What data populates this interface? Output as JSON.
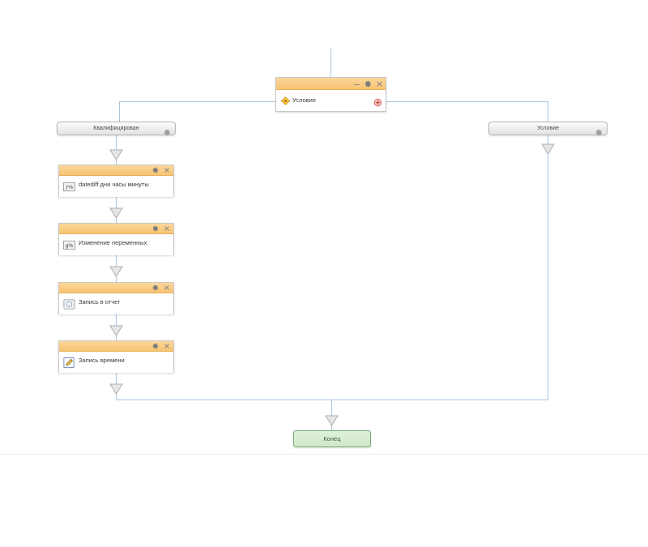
{
  "canvas": {
    "background": "#ffffff",
    "wire_color": "#a8c4de",
    "arrow_fill": "#e3e3e3",
    "arrow_stroke": "#aaaaaa",
    "separator_color": "#ececf0"
  },
  "decision": {
    "title": "",
    "label": "Условие",
    "icon": "decision-diamond-icon",
    "header_controls": [
      {
        "name": "minimize-icon",
        "glyph": "minimize"
      },
      {
        "name": "gear-icon",
        "glyph": "gear"
      },
      {
        "name": "close-icon",
        "glyph": "close"
      }
    ],
    "add_button": {
      "name": "add-branch-button",
      "glyph": "plus",
      "color": "#d9534f"
    },
    "header_color": "#f7c472"
  },
  "branches": [
    {
      "name": "branch-qualified",
      "label": "Квалифицирован",
      "gear": "gear-icon"
    },
    {
      "name": "branch-condition",
      "label": "Условие",
      "gear": "gear-icon"
    }
  ],
  "actions": [
    {
      "name": "action-datediff",
      "label": "datediff дни часы минуты",
      "icon": "formula-icon",
      "header_controls": [
        {
          "name": "gear-icon",
          "glyph": "gear"
        },
        {
          "name": "close-icon",
          "glyph": "close"
        }
      ]
    },
    {
      "name": "action-change-variables",
      "label": "Изменение переменных",
      "icon": "variables-icon",
      "header_controls": [
        {
          "name": "gear-icon",
          "glyph": "gear"
        },
        {
          "name": "close-icon",
          "glyph": "close"
        }
      ]
    },
    {
      "name": "action-write-report",
      "label": "Запись в отчет",
      "icon": "report-disk-icon",
      "header_controls": [
        {
          "name": "gear-icon",
          "glyph": "gear"
        },
        {
          "name": "close-icon",
          "glyph": "close"
        }
      ]
    },
    {
      "name": "action-time-record",
      "label": "Запись времени",
      "icon": "edit-pencil-icon",
      "header_controls": [
        {
          "name": "gear-icon",
          "glyph": "gear"
        },
        {
          "name": "close-icon",
          "glyph": "close"
        }
      ]
    }
  ],
  "end": {
    "label": "Конец",
    "color": "#cfe8c8",
    "border": "#76a878"
  }
}
